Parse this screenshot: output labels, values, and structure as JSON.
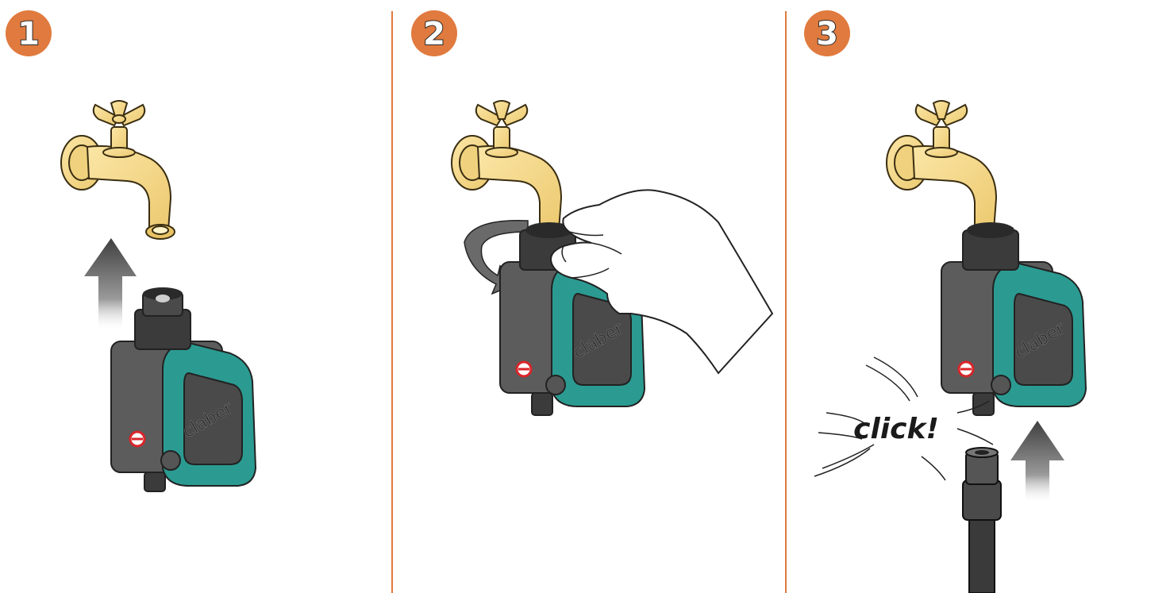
{
  "steps": [
    {
      "number": "1"
    },
    {
      "number": "2"
    },
    {
      "number": "3"
    }
  ],
  "brand_text": "claber",
  "click_text": "click!",
  "colors": {
    "accent_orange": "#e07a3e",
    "brass": "#f7d98b",
    "brass_outline": "#3a2e12",
    "body_gray": "#5c5c5c",
    "teal": "#2b9b92",
    "dark": "#2a2a2a",
    "arrow_gray": "#555555",
    "symbol_red": "#d9252a"
  },
  "icons": [
    "faucet-icon",
    "timer-device-icon",
    "up-arrow-icon",
    "rotate-arrow-icon",
    "hand-icon",
    "hose-icon",
    "click-burst-icon"
  ]
}
